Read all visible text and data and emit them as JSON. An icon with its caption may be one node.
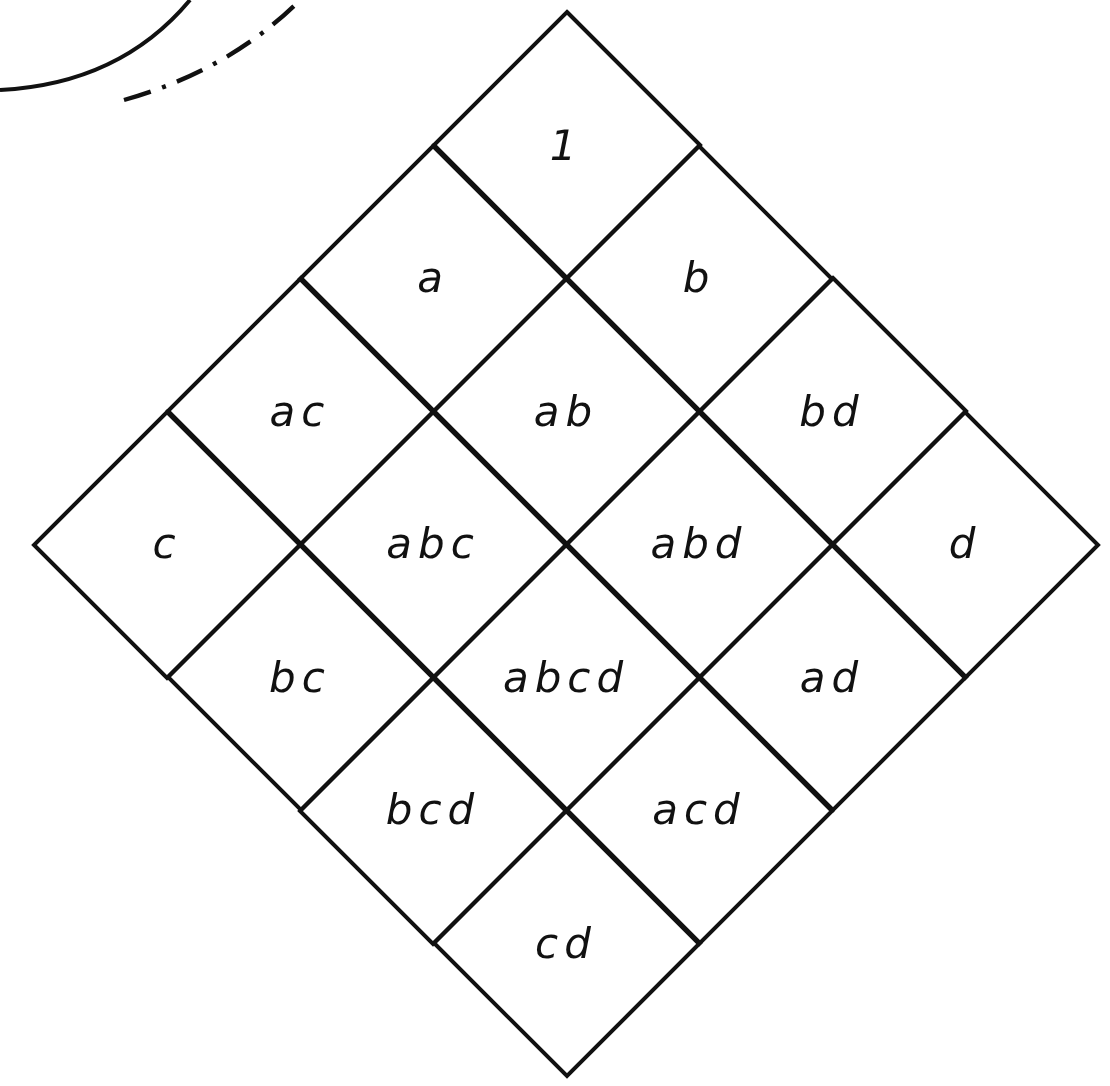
{
  "diagram": {
    "nodes": [
      {
        "text": [
          "1"
        ]
      },
      {
        "text": [
          "a"
        ]
      },
      {
        "text": [
          "b"
        ]
      },
      {
        "text": [
          "ac"
        ]
      },
      {
        "text": [
          "ab"
        ]
      },
      {
        "text": [
          "bd"
        ]
      },
      {
        "text": [
          "c"
        ]
      },
      {
        "text": [
          "abc"
        ]
      },
      {
        "text": [
          "abd"
        ]
      },
      {
        "text": [
          "d"
        ]
      },
      {
        "text": [
          "bc"
        ]
      },
      {
        "text": [
          "abcd"
        ]
      },
      {
        "text": [
          "ad"
        ]
      },
      {
        "text": [
          "bcd"
        ]
      },
      {
        "text": [
          "acd"
        ]
      },
      {
        "text": [
          "cd"
        ]
      }
    ]
  }
}
